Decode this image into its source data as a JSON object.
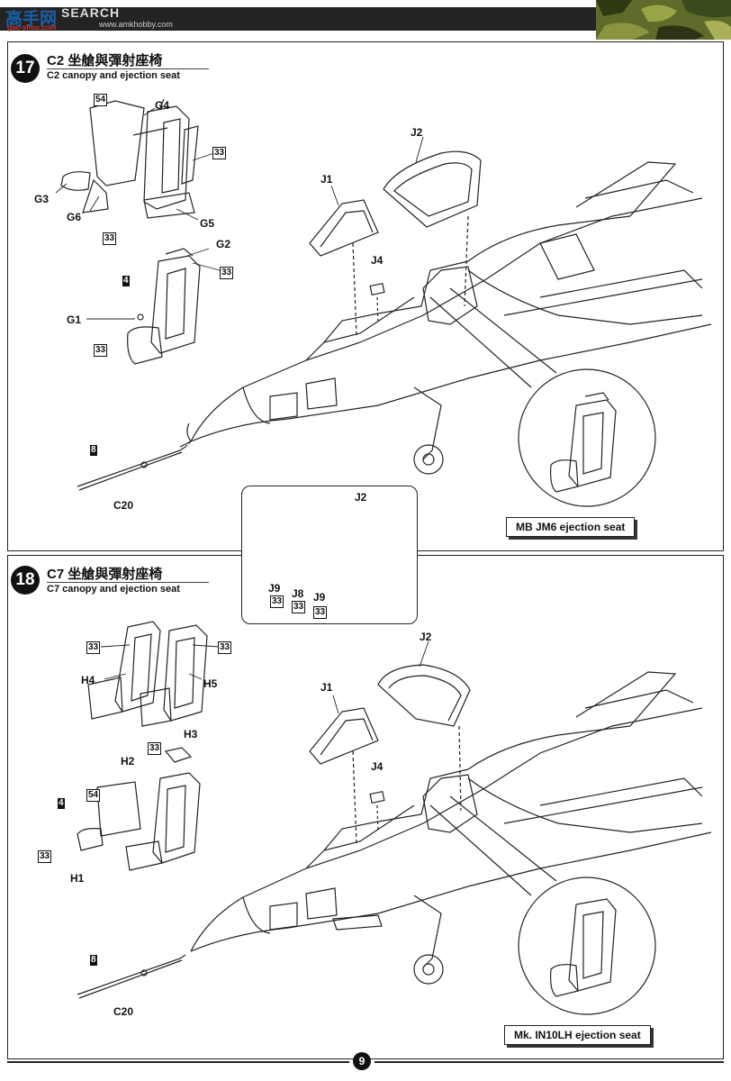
{
  "header": {
    "logo": "高手网",
    "logo_sub": "gao-shou.com",
    "brand": "SEARCH",
    "url": "www.amkhobby.com"
  },
  "step17": {
    "number": "17",
    "title": "C2 坐艙與彈射座椅",
    "subtitle": "C2 canopy and ejection seat",
    "labels": {
      "G4": "G4",
      "G3": "G3",
      "G6": "G6",
      "G5": "G5",
      "G2": "G2",
      "G1": "G1",
      "J1": "J1",
      "J2": "J2",
      "J4": "J4",
      "C20": "C20"
    },
    "boxes": {
      "b54": "54",
      "b33a": "33",
      "b33b": "33",
      "b33c": "33",
      "b33d": "33",
      "b4": "4",
      "b8": "8"
    },
    "callout": "MB JM6 ejection seat"
  },
  "inset": {
    "labels": {
      "J2": "J2",
      "J9a": "J9",
      "J8": "J8",
      "J9b": "J9"
    },
    "boxes": {
      "a": "33",
      "b": "33",
      "c": "33"
    }
  },
  "step18": {
    "number": "18",
    "title": "C7 坐艙與彈射座椅",
    "subtitle": "C7 canopy and ejection seat",
    "labels": {
      "H4": "H4",
      "H5": "H5",
      "H3": "H3",
      "H2": "H2",
      "H1": "H1",
      "J1": "J1",
      "J2": "J2",
      "J4": "J4",
      "C20": "C20"
    },
    "boxes": {
      "b33a": "33",
      "b33b": "33",
      "b33c": "33",
      "b54": "54",
      "b4": "4",
      "b33d": "33",
      "b8": "8"
    },
    "callout": "Mk. IN10LH ejection seat"
  },
  "page": {
    "number": "9"
  }
}
